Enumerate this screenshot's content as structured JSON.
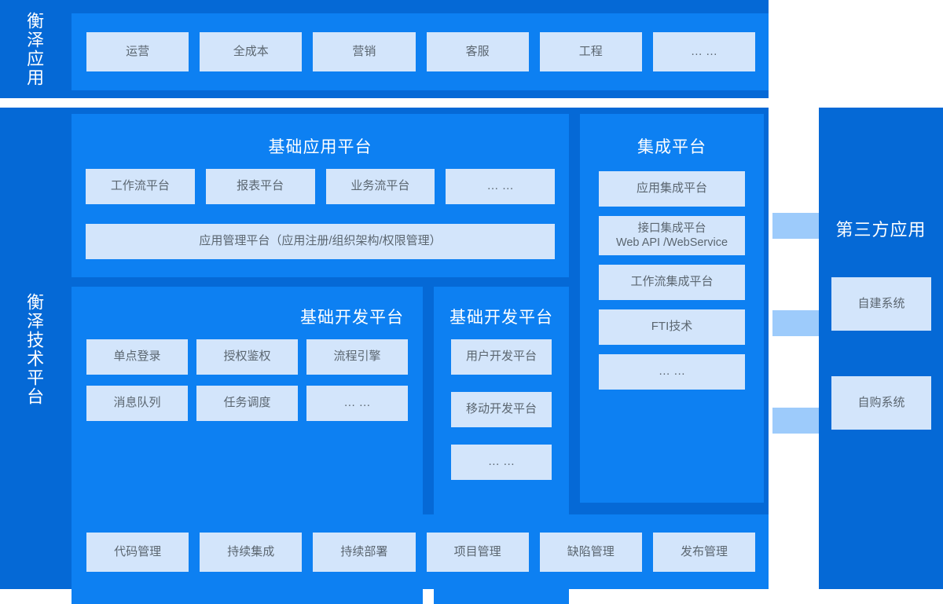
{
  "theme": {
    "band_blue": "#0569d6",
    "panel_blue": "#0d80f2",
    "tile_fill": "#d3e5fb",
    "tile_text": "#5b6670",
    "connector_blue": "#9dcbfb",
    "title_text": "#ffffff"
  },
  "rails": {
    "applications_label": "衡泽应用",
    "tech_platform_label": "衡泽技术平台"
  },
  "applications": {
    "tiles": [
      {
        "label": "运营"
      },
      {
        "label": "全成本"
      },
      {
        "label": "营销"
      },
      {
        "label": "客服"
      },
      {
        "label": "工程"
      },
      {
        "label": "… …"
      }
    ]
  },
  "base_app_platform": {
    "title": "基础应用平台",
    "tiles": [
      {
        "label": "工作流平台"
      },
      {
        "label": "报表平台"
      },
      {
        "label": "业务流平台"
      },
      {
        "label": "… …"
      }
    ],
    "wide_tile": {
      "label": "应用管理平台（应用注册/组织架构/权限管理）"
    }
  },
  "integration_platform": {
    "title": "集成平台",
    "tiles": [
      {
        "label": "应用集成平台",
        "line2": ""
      },
      {
        "label": "接口集成平台",
        "line2": "Web API /WebService"
      },
      {
        "label": "工作流集成平台",
        "line2": ""
      },
      {
        "label": "FTI技术",
        "line2": ""
      },
      {
        "label": "… …",
        "line2": ""
      }
    ]
  },
  "base_dev_platform_wide": {
    "title": "基础开发平台",
    "tiles": [
      {
        "label": "单点登录"
      },
      {
        "label": "授权鉴权"
      },
      {
        "label": "流程引擎"
      },
      {
        "label": "消息队列"
      },
      {
        "label": "任务调度"
      },
      {
        "label": "… …"
      }
    ]
  },
  "base_dev_platform_narrow": {
    "title": "基础开发平台",
    "tiles": [
      {
        "label": "用户开发平台"
      },
      {
        "label": "移动开发平台"
      },
      {
        "label": "… …"
      }
    ]
  },
  "devops": {
    "tiles": [
      {
        "label": "代码管理"
      },
      {
        "label": "持续集成"
      },
      {
        "label": "持续部署"
      },
      {
        "label": "项目管理"
      },
      {
        "label": "缺陷管理"
      },
      {
        "label": "发布管理"
      }
    ]
  },
  "third_party": {
    "title": "第三方应用",
    "tiles": [
      {
        "label": "自建系统"
      },
      {
        "label": "自购系统"
      }
    ]
  }
}
